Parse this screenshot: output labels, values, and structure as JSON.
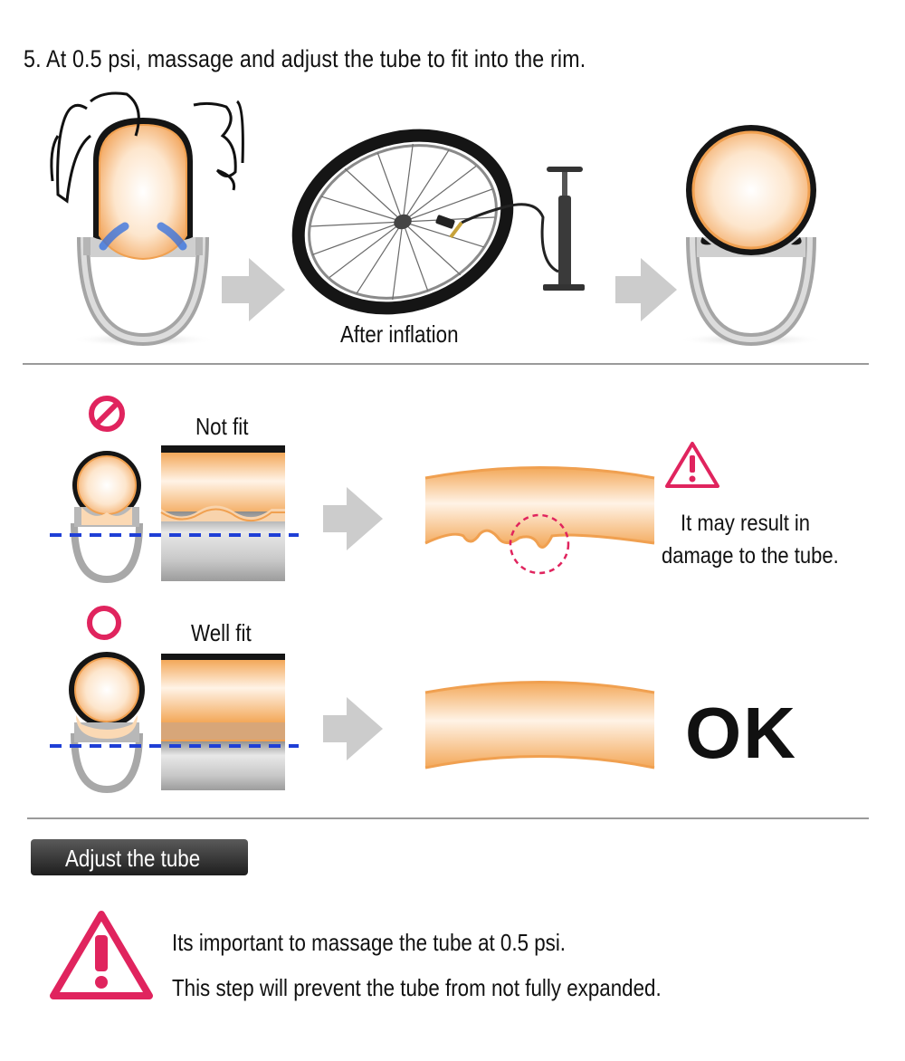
{
  "heading": "5. At 0.5 psi, massage and adjust the tube to fit into the rim.",
  "top_row": {
    "caption": "After inflation"
  },
  "not_fit": {
    "label": "Not fit",
    "warning_lines": [
      "It may result in",
      "damage to the tube."
    ]
  },
  "well_fit": {
    "label": "Well fit",
    "result": "OK"
  },
  "adjust": {
    "title": "Adjust the tube",
    "notes": [
      "Its important to massage the tube at 0.5 psi.",
      "This step will prevent the tube from not fully expanded."
    ]
  },
  "colors": {
    "tube_orange": "#f0a050",
    "tube_light": "#fde9d2",
    "rim_gray": "#9a9a9a",
    "guide_blue": "#1f3fd6",
    "warning_pink": "#e0245e",
    "arrow_gray": "#cccccc"
  },
  "icons": [
    "prohibited-icon",
    "circle-ok-icon",
    "warning-triangle-icon",
    "hand-icon",
    "pump-icon",
    "wheel-icon",
    "arrow-right-icon"
  ]
}
